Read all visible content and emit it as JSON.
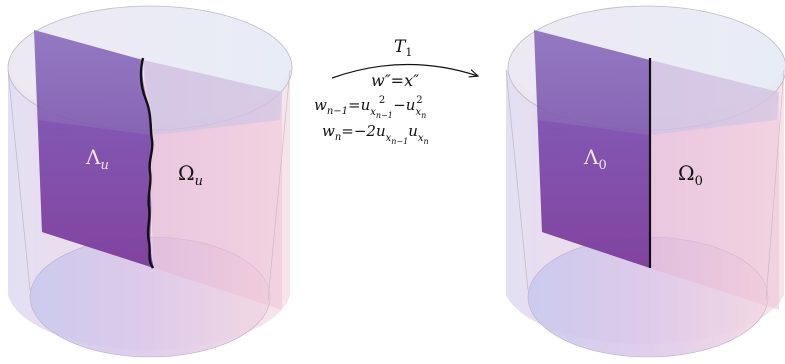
{
  "left_cylinder": {
    "lambda_label": "Λ",
    "lambda_sub": "u",
    "omega_label": "Ω",
    "omega_sub": "u"
  },
  "right_cylinder": {
    "lambda_label": "Λ",
    "lambda_sub": "0",
    "omega_label": "Ω",
    "omega_sub": "0"
  },
  "transform": {
    "name": "T",
    "name_sub": "1",
    "eq1": "w″=x″",
    "eq2_lhs": "w",
    "eq2_lhs_sub": "n−1",
    "eq2_mid": "=u",
    "eq2_sub1": "x",
    "eq2_sub1_sub": "n−1",
    "eq2_sup1": "2",
    "eq2_minus": "−u",
    "eq2_sub2": "x",
    "eq2_sub2_sub": "n",
    "eq2_sup2": "2",
    "eq3_lhs": "w",
    "eq3_lhs_sub": "n",
    "eq3_mid": "=−2u",
    "eq3_sub1": "x",
    "eq3_sub1_sub": "n−1",
    "eq3_u": "u",
    "eq3_sub2": "x",
    "eq3_sub2_sub": "n"
  },
  "colors": {
    "lavender": "#c7c9ec",
    "pink": "#f1c6d9",
    "purple_plane": "#6a3f9e",
    "curve": "#111111"
  }
}
